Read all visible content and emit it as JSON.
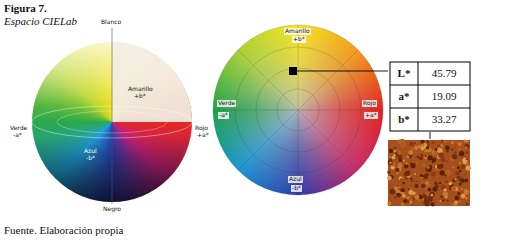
{
  "diagram": {
    "title": "Figura 7.",
    "caption": "Fuente. Elaboración propia",
    "labels": [
      "Espacio CIELab",
      "Blanco",
      "Amarillo",
      "+b*",
      "Rojo",
      "+a*",
      "Verde",
      "-a*",
      "Azul",
      "-b*",
      "Negro",
      "Amarillo",
      "+b*",
      "Rojo",
      "+a*",
      "Verde",
      "-a*",
      "Azul",
      "-b*",
      "L*",
      "45.79",
      "a*",
      "19.09",
      "b*",
      "33.27"
    ]
  }
}
